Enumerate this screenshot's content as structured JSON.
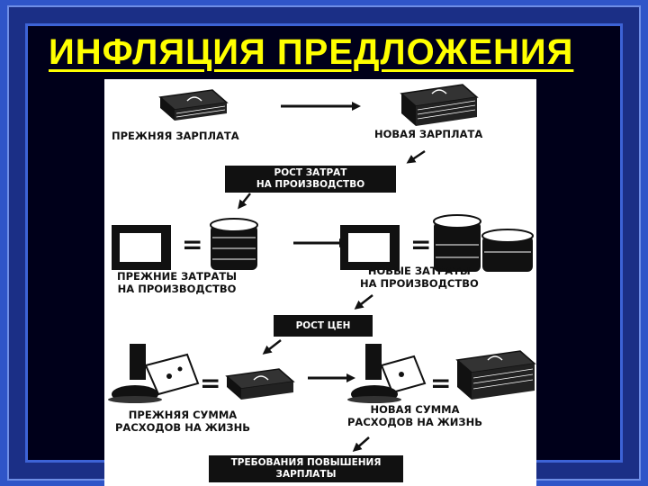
{
  "title": "ИНФЛЯЦИЯ ПРЕДЛОЖЕНИЯ",
  "diagram": {
    "old_wage": "ПРЕЖНЯЯ ЗАРПЛАТА",
    "new_wage": "НОВАЯ ЗАРПЛАТА",
    "cost_growth": [
      "РОСТ ЗАТРАТ",
      "НА ПРОИЗВОДСТВО"
    ],
    "old_costs": [
      "ПРЕЖНИЕ ЗАТРАТЫ",
      "НА ПРОИЗВОДСТВО"
    ],
    "new_costs": [
      "НОВЫЕ ЗАТРАТЫ",
      "НА ПРОИЗВОДСТВО"
    ],
    "price_growth": "РОСТ ЦЕН",
    "old_living": [
      "ПРЕЖНЯЯ СУММА",
      "РАСХОДОВ НА ЖИЗНЬ"
    ],
    "new_living": [
      "НОВАЯ СУММА",
      "РАСХОДОВ НА ЖИЗНЬ"
    ],
    "wage_demands": [
      "ТРЕБОВАНИЯ ПОВЫШЕНИЯ",
      "ЗАРПЛАТЫ"
    ],
    "equals": "="
  },
  "colors": {
    "background": "#2f55c8",
    "frame": "#1b2f86",
    "inner": "#00001a",
    "title": "#ffff00",
    "panel": "#ffffff",
    "ink": "#111111"
  },
  "icons": [
    "money-stack-icon",
    "tv-icon",
    "coin-stack-icon",
    "food-icon",
    "arrow-icon"
  ]
}
